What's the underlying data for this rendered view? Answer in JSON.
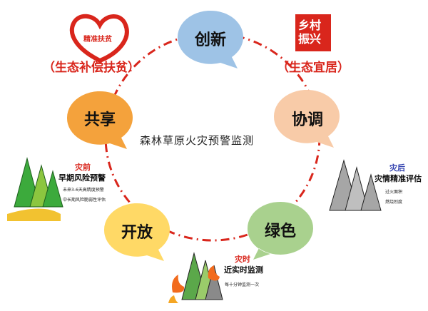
{
  "title": "森林草原火灾预警监测",
  "concepts": [
    {
      "label": "创新",
      "color": "#9ec3e6"
    },
    {
      "label": "协调",
      "color": "#f8cba8"
    },
    {
      "label": "绿色",
      "color": "#a9d18e"
    },
    {
      "label": "开放",
      "color": "#ffd966"
    },
    {
      "label": "共享",
      "color": "#f4a23c"
    }
  ],
  "logos": {
    "left": {
      "logo_text": "精准扶贫",
      "caption": "（生态补偿扶贫）"
    },
    "right": {
      "logo_text": "乡村振兴",
      "caption": "（生态宜居）"
    }
  },
  "stages": {
    "before": {
      "tag": "灾前",
      "title": "早期风险预警",
      "lines": [
        "未来3-6天高精度预警",
        "中长期风险脆弱性评估"
      ]
    },
    "during": {
      "tag": "灾时",
      "title": "近实时监测",
      "lines": [
        "每十分钟监测一次"
      ]
    },
    "after": {
      "tag": "灾后",
      "title": "灾情精准评估",
      "lines": [
        "过火面积",
        "燃烧烈度"
      ]
    }
  },
  "colors": {
    "accent_red": "#d9261c",
    "after_tag": "#2f3fae"
  }
}
